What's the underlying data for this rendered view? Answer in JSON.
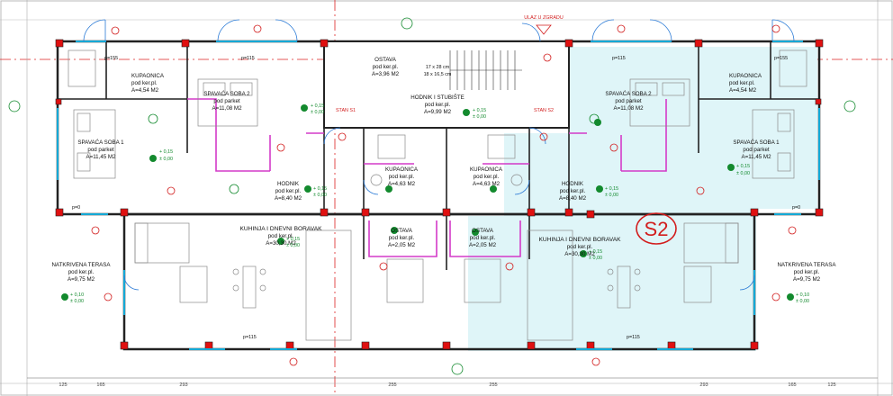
{
  "plan": {
    "entrance_label": "ULAZ U ZGRADU",
    "s2_label": "S2",
    "stan_s1": "STAN S1",
    "stan_s2": "STAN S2",
    "stair_dims": [
      "17 x 28 cm",
      "18 x 16,5 cm"
    ],
    "rooms": [
      {
        "id": "ostava-top",
        "name": "OSTAVA",
        "floor": "pod ker.pl.",
        "area": "A=3,96 M2"
      },
      {
        "id": "stair-hall",
        "name": "HODNIK I STUBIŠTE",
        "floor": "pod ker.pl.",
        "area": "A=9,99 M2"
      },
      {
        "id": "kup-l",
        "name": "KUPAONICA",
        "floor": "pod ker.pl.",
        "area": "A=4,54 M2"
      },
      {
        "id": "kup-r",
        "name": "KUPAONICA",
        "floor": "pod ker.pl.",
        "area": "A=4,54 M2"
      },
      {
        "id": "ss2-l",
        "name": "SPAVAĆA SOBA 2",
        "floor": "pod parket",
        "area": "A=11,08 M2"
      },
      {
        "id": "ss2-r",
        "name": "SPAVAĆA SOBA 2",
        "floor": "pod parket",
        "area": "A=11,08 M2"
      },
      {
        "id": "ss1-l",
        "name": "SPAVAĆA SOBA 1",
        "floor": "pod parket",
        "area": "A=11,45 M2"
      },
      {
        "id": "ss1-r",
        "name": "SPAVAĆA SOBA 1",
        "floor": "pod parket",
        "area": "A=11,45 M2"
      },
      {
        "id": "hod-l",
        "name": "HODNIK",
        "floor": "pod ker.pl.",
        "area": "A=8,40 M2"
      },
      {
        "id": "hod-r",
        "name": "HODNIK",
        "floor": "pod ker.pl.",
        "area": "A=8,40 M2"
      },
      {
        "id": "kup-cl",
        "name": "KUPAONICA",
        "floor": "pod ker.pl.",
        "area": "A=4,63 M2"
      },
      {
        "id": "kup-cr",
        "name": "KUPAONICA",
        "floor": "pod ker.pl.",
        "area": "A=4,63 M2"
      },
      {
        "id": "kuh-l",
        "name": "KUHINJA I DNEVNI BORAVAK",
        "floor": "pod ker.pl.",
        "area": "A=30,30 M2"
      },
      {
        "id": "kuh-r",
        "name": "KUHINJA I DNEVNI BORAVAK",
        "floor": "pod ker.pl.",
        "area": "A=30,30 M2"
      },
      {
        "id": "ost-l",
        "name": "OSTAVA",
        "floor": "pod ker.pl.",
        "area": "A=2,05 M2"
      },
      {
        "id": "ost-r",
        "name": "OSTAVA",
        "floor": "pod ker.pl.",
        "area": "A=2,05 M2"
      },
      {
        "id": "ter-l",
        "name": "NATKRIVENA TERASA",
        "floor": "pod ker.pl.",
        "area": "A=9,75 M2"
      },
      {
        "id": "ter-r",
        "name": "NATKRIVENA TERASA",
        "floor": "pod ker.pl.",
        "area": "A=9,75 M2"
      }
    ],
    "levels": {
      "a": [
        "+ 0,15",
        "± 0,00"
      ],
      "b": [
        "+ 0,10",
        "± 0,00"
      ]
    },
    "dim_bottom": [
      "125",
      "165",
      "293",
      "255",
      "255",
      "293",
      "165",
      "125"
    ],
    "sill_labels": [
      "p=155",
      "p=115",
      "p=115",
      "p=155",
      "p=115",
      "p=115",
      "p=0",
      "p=0"
    ]
  }
}
